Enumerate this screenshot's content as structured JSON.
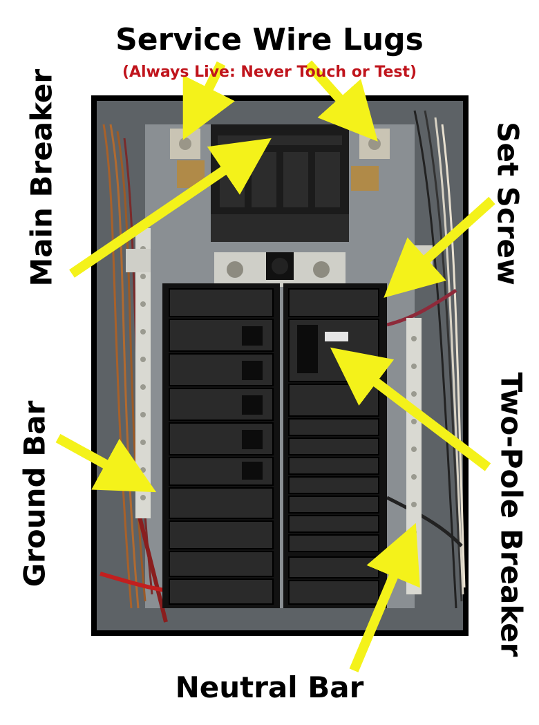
{
  "labels": {
    "title": "Service Wire Lugs",
    "subtitle": "(Always Live: Never Touch or Test)",
    "main_breaker": "Main Breaker",
    "ground_bar": "Ground Bar",
    "set_screw": "Set Screw",
    "two_pole_breaker": "Two-Pole Breaker",
    "neutral_bar": "Neutral Bar"
  },
  "colors": {
    "arrow": "#f4f21a",
    "subtitle": "#c0141c",
    "panel_border": "#000000",
    "panel_bg": "#5a5f63"
  }
}
